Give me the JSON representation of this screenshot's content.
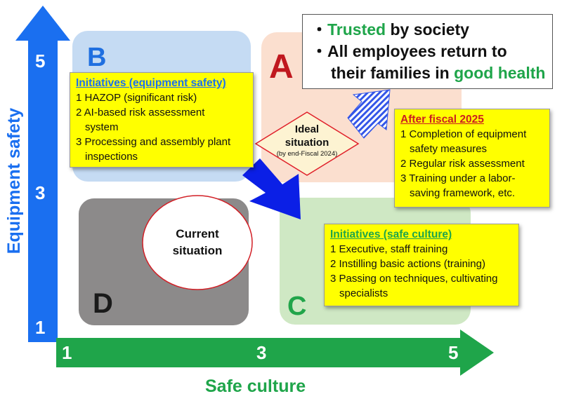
{
  "axes": {
    "y_label": "Equipment safety",
    "x_label": "Safe culture",
    "y_ticks": [
      "5",
      "3",
      "1"
    ],
    "x_ticks": [
      "1",
      "3",
      "5"
    ],
    "y_color": "#1a6ff0",
    "x_color": "#1fa54a"
  },
  "quadrants": {
    "A": {
      "label": "A",
      "color": "#fbdfcf",
      "letter_color": "#c0181f"
    },
    "B": {
      "label": "B",
      "color": "#c5dbf3",
      "letter_color": "#1f6fe0"
    },
    "C": {
      "label": "C",
      "color": "#cfe8c4",
      "letter_color": "#22a54a"
    },
    "D": {
      "label": "D",
      "color": "#8c8a8a",
      "letter_color": "#1a1a1a"
    }
  },
  "goals": {
    "bullet": "・",
    "line1": {
      "highlight": "Trusted",
      "rest": " by society"
    },
    "line2": "All employees return to",
    "line3": {
      "prefix": "their families in ",
      "highlight": "good health"
    },
    "highlight_color": "#1fa54a"
  },
  "equipment_box": {
    "title": "Initiatives (equipment safety)",
    "title_color": "#1a6ff0",
    "items": [
      "1 HAZOP (significant risk)",
      "2 AI-based risk assessment system",
      "3 Processing and assembly plant inspections"
    ]
  },
  "after_box": {
    "title": "After fiscal 2025",
    "title_color": "#cc1f1f",
    "items": [
      "1 Completion of equipment safety measures",
      "2 Regular risk assessment",
      "3 Training under a labor-saving framework, etc."
    ]
  },
  "culture_box": {
    "title": "Initiatives (safe culture)",
    "title_color": "#1fa54a",
    "items": [
      "1 Executive, staff training",
      "2 Instilling basic actions (training)",
      "3 Passing on techniques, cultivating specialists"
    ]
  },
  "ideal": {
    "line1": "Ideal",
    "line2": "situation",
    "note": "(by end-Fiscal 2024)"
  },
  "current": {
    "line1": "Current",
    "line2": "situation"
  }
}
